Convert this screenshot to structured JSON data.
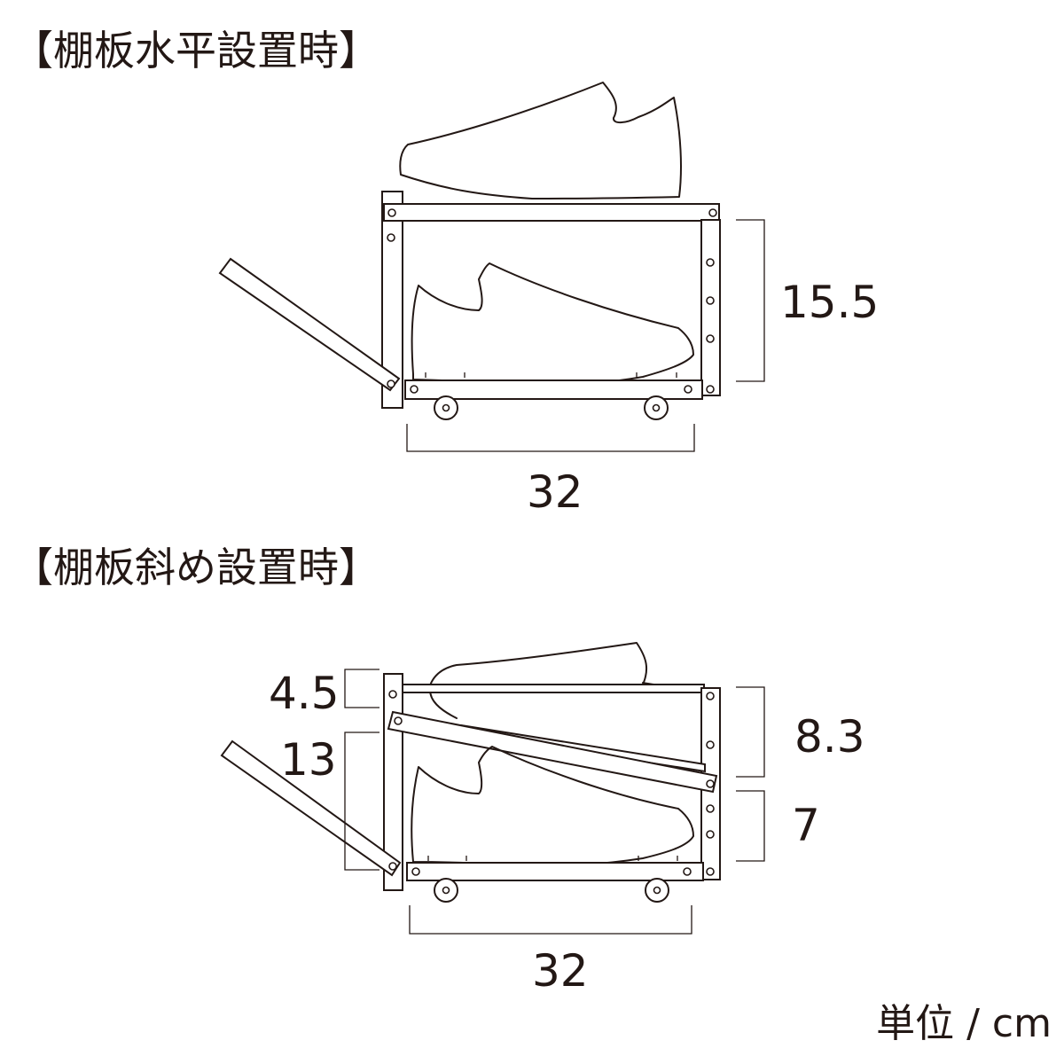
{
  "headings": {
    "horizontal": "【棚板水平設置時】",
    "slanted": "【棚板斜め設置時】"
  },
  "dimensions": {
    "horizontal": {
      "height": "15.5",
      "width": "32"
    },
    "slanted": {
      "top_gap": "4.5",
      "lower_height": "13",
      "upper_height": "8.3",
      "bottom_height": "7",
      "width": "32"
    }
  },
  "unit_label": "単位 / cm"
}
